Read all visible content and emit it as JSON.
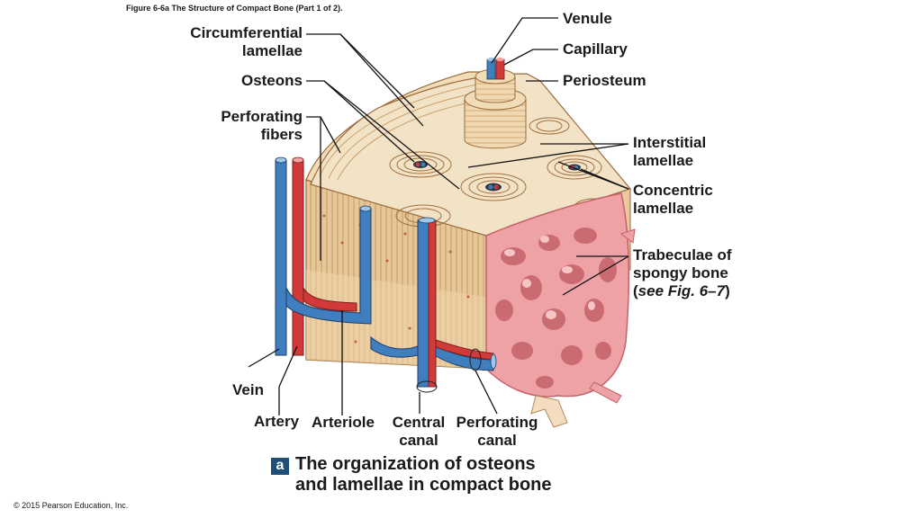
{
  "figure": {
    "caption": "Figure 6-6a The Structure of Compact Bone (Part 1 of 2).",
    "copyright": "© 2015 Pearson Education, Inc.",
    "panel_letter": "a",
    "panel_title_line1": "The organization of osteons",
    "panel_title_line2": "and lamellae in compact bone"
  },
  "labels": {
    "circumferential_line1": "Circumferential",
    "circumferential_line2": "lamellae",
    "osteons": "Osteons",
    "perforating_fibers_line1": "Perforating",
    "perforating_fibers_line2": "fibers",
    "venule": "Venule",
    "capillary": "Capillary",
    "periosteum": "Periosteum",
    "interstitial_line1": "Interstitial",
    "interstitial_line2": "lamellae",
    "concentric_line1": "Concentric",
    "concentric_line2": "lamellae",
    "trabeculae_line1": "Trabeculae of",
    "trabeculae_line2": "spongy bone",
    "trabeculae_line3_prefix": "(",
    "trabeculae_line3_italic": "see Fig. 6–7",
    "trabeculae_line3_suffix": ")",
    "vein": "Vein",
    "artery": "Artery",
    "arteriole": "Arteriole",
    "central_canal_line1": "Central",
    "central_canal_line2": "canal",
    "perforating_canal_line1": "Perforating",
    "perforating_canal_line2": "canal"
  },
  "colors": {
    "bone_light": "#f3e3c6",
    "bone_mid": "#e3c08f",
    "bone_dark": "#c99a63",
    "lamella_line": "#a0703f",
    "spongy_fill": "#eea2a6",
    "spongy_dark": "#c4626a",
    "vein_blue": "#3f7fbf",
    "artery_red": "#d23a3a",
    "badge": "#1f4e79"
  }
}
